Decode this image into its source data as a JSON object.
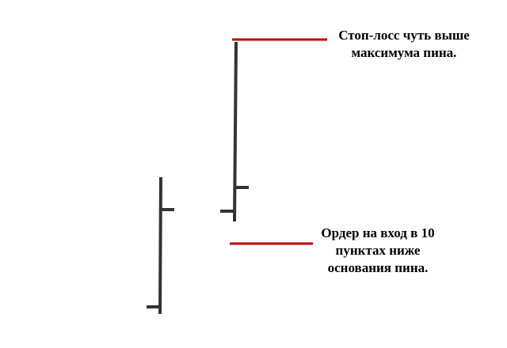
{
  "annotations": {
    "stop_loss": [
      "Стоп-лосс чуть выше",
      "максимума пина."
    ],
    "entry_order": [
      "Ордер на вход в 10",
      "пунктах ниже",
      "основания пина."
    ]
  },
  "colors": {
    "bar": "#333333",
    "level_line": "#c00000",
    "text": "#000000"
  }
}
